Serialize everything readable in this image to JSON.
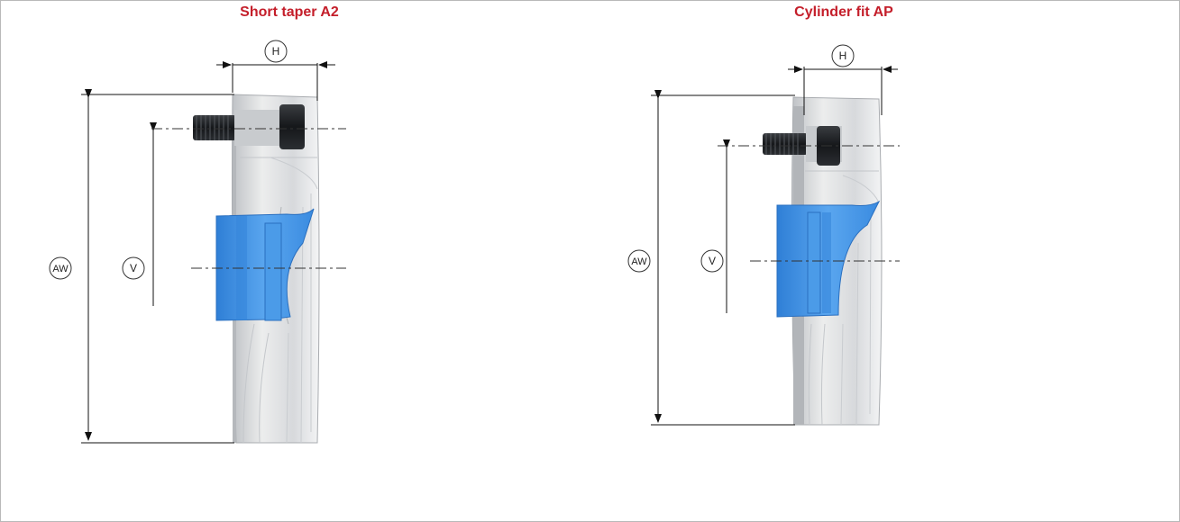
{
  "diagrams": [
    {
      "title": "Short taper A2",
      "labels": {
        "horizontal": "H",
        "vertical": "V",
        "overall": "AW"
      }
    },
    {
      "title": "Cylinder fit AP",
      "labels": {
        "horizontal": "H",
        "vertical": "V",
        "overall": "AW"
      }
    }
  ],
  "colors": {
    "title": "#c41e2a",
    "jaw": "#3e8fe0",
    "body": "#d9dbde",
    "screw": "#1d1f22",
    "dimension_lines": "#111111"
  }
}
